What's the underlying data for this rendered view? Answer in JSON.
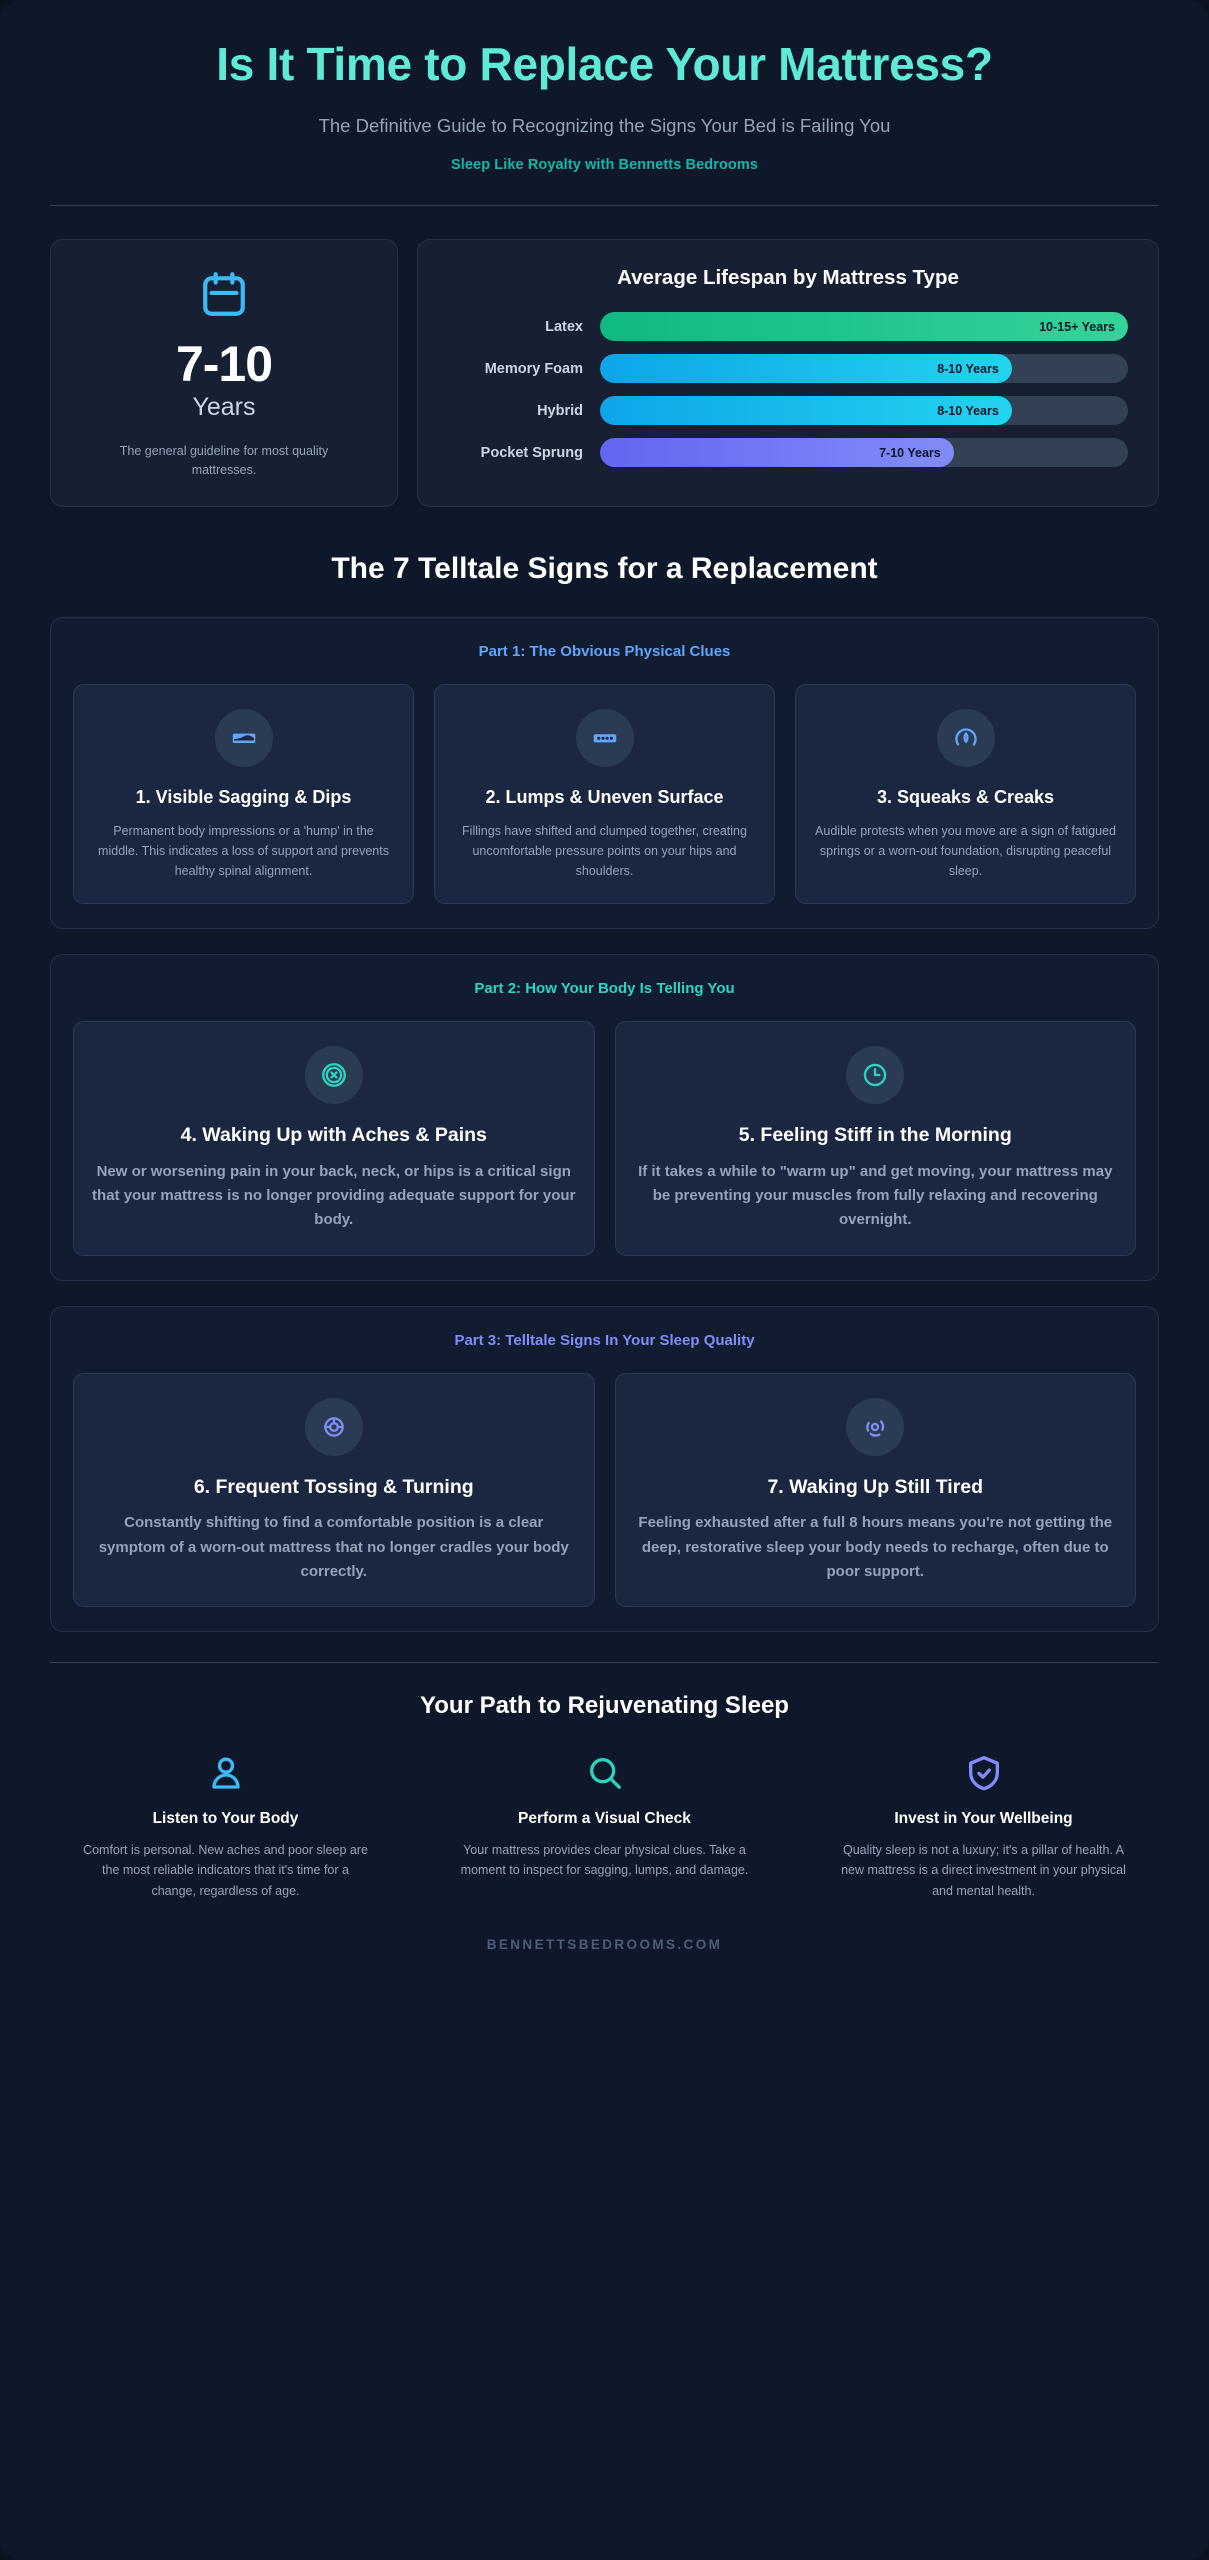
{
  "header": {
    "title": "Is It Time to Replace Your Mattress?",
    "subtitle": "The Definitive Guide to Recognizing the Signs Your Bed is Failing You",
    "tagline": "Sleep Like Royalty with Bennetts Bedrooms"
  },
  "stat_card": {
    "icon": "calendar-icon",
    "value": "7-10",
    "unit": "Years",
    "note": "The general guideline for most quality mattresses."
  },
  "chart_data": {
    "type": "bar",
    "title": "Average Lifespan by Mattress Type",
    "orientation": "horizontal",
    "categories": [
      "Latex",
      "Memory Foam",
      "Hybrid",
      "Pocket Sprung"
    ],
    "value_labels": [
      "10-15+ Years",
      "8-10 Years",
      "8-10 Years",
      "7-10 Years"
    ],
    "values": [
      15,
      10,
      10,
      10
    ],
    "value_mins": [
      10,
      8,
      8,
      7
    ],
    "percents": [
      100,
      78,
      78,
      67
    ],
    "colors": [
      "#10b981",
      "#0ea5e9",
      "#0ea5e9",
      "#6366f1"
    ],
    "gradient_ends": [
      "#34d399",
      "#22d3ee",
      "#22d3ee",
      "#818cf8"
    ],
    "track_color": "#334155",
    "xlabel": "",
    "ylabel": "",
    "grid": false,
    "legend": "none"
  },
  "signs_section": {
    "heading": "The 7 Telltale Signs for a Replacement",
    "parts": [
      {
        "title": "Part 1: The Obvious Physical Clues",
        "accent": "#60a5fa",
        "cards": [
          {
            "icon": "sagging-bed-icon",
            "title": "1. Visible Sagging & Dips",
            "desc": "Permanent body impressions or a 'hump' in the middle. This indicates a loss of support and prevents healthy spinal alignment."
          },
          {
            "icon": "lumps-dots-icon",
            "title": "2. Lumps & Uneven Surface",
            "desc": "Fillings have shifted and clumped together, creating uncomfortable pressure points on your hips and shoulders."
          },
          {
            "icon": "sound-gauge-icon",
            "title": "3. Squeaks & Creaks",
            "desc": "Audible protests when you move are a sign of fatigued springs or a worn-out foundation, disrupting peaceful sleep."
          }
        ]
      },
      {
        "title": "Part 2: How Your Body Is Telling You",
        "accent": "#2dd4bf",
        "cards": [
          {
            "icon": "pain-x-circle-icon",
            "title": "4. Waking Up with Aches & Pains",
            "desc": "New or worsening pain in your back, neck, or hips is a critical sign that your mattress is no longer providing adequate support for your body."
          },
          {
            "icon": "clock-icon",
            "title": "5. Feeling Stiff in the Morning",
            "desc": "If it takes a while to \"warm up\" and get moving, your mattress may be preventing your muscles from fully relaxing and recovering overnight."
          }
        ]
      },
      {
        "title": "Part 3: Telltale Signs In Your Sleep Quality",
        "accent": "#818cf8",
        "cards": [
          {
            "icon": "tossing-turning-icon",
            "title": "6. Frequent Tossing & Turning",
            "desc": "Constantly shifting to find a comfortable position is a clear symptom of a worn-out mattress that no longer cradles your body correctly."
          },
          {
            "icon": "tired-spiral-icon",
            "title": "7. Waking Up Still Tired",
            "desc": "Feeling exhausted after a full 8 hours means you're not getting the deep, restorative sleep your body needs to recharge, often due to poor support."
          }
        ]
      }
    ]
  },
  "footer": {
    "heading": "Your Path to Rejuvenating Sleep",
    "columns": [
      {
        "icon": "person-icon",
        "color": "#38bdf8",
        "title": "Listen to Your Body",
        "desc": "Comfort is personal. New aches and poor sleep are the most reliable indicators that it's time for a change, regardless of age."
      },
      {
        "icon": "magnifier-icon",
        "color": "#2dd4bf",
        "title": "Perform a Visual Check",
        "desc": "Your mattress provides clear physical clues. Take a moment to inspect for sagging, lumps, and damage."
      },
      {
        "icon": "shield-check-icon",
        "color": "#818cf8",
        "title": "Invest in Your Wellbeing",
        "desc": "Quality sleep is not a luxury; it's a pillar of health. A new mattress is a direct investment in your physical and mental health."
      }
    ],
    "brand": "BENNETTSBEDROOMS.COM"
  }
}
